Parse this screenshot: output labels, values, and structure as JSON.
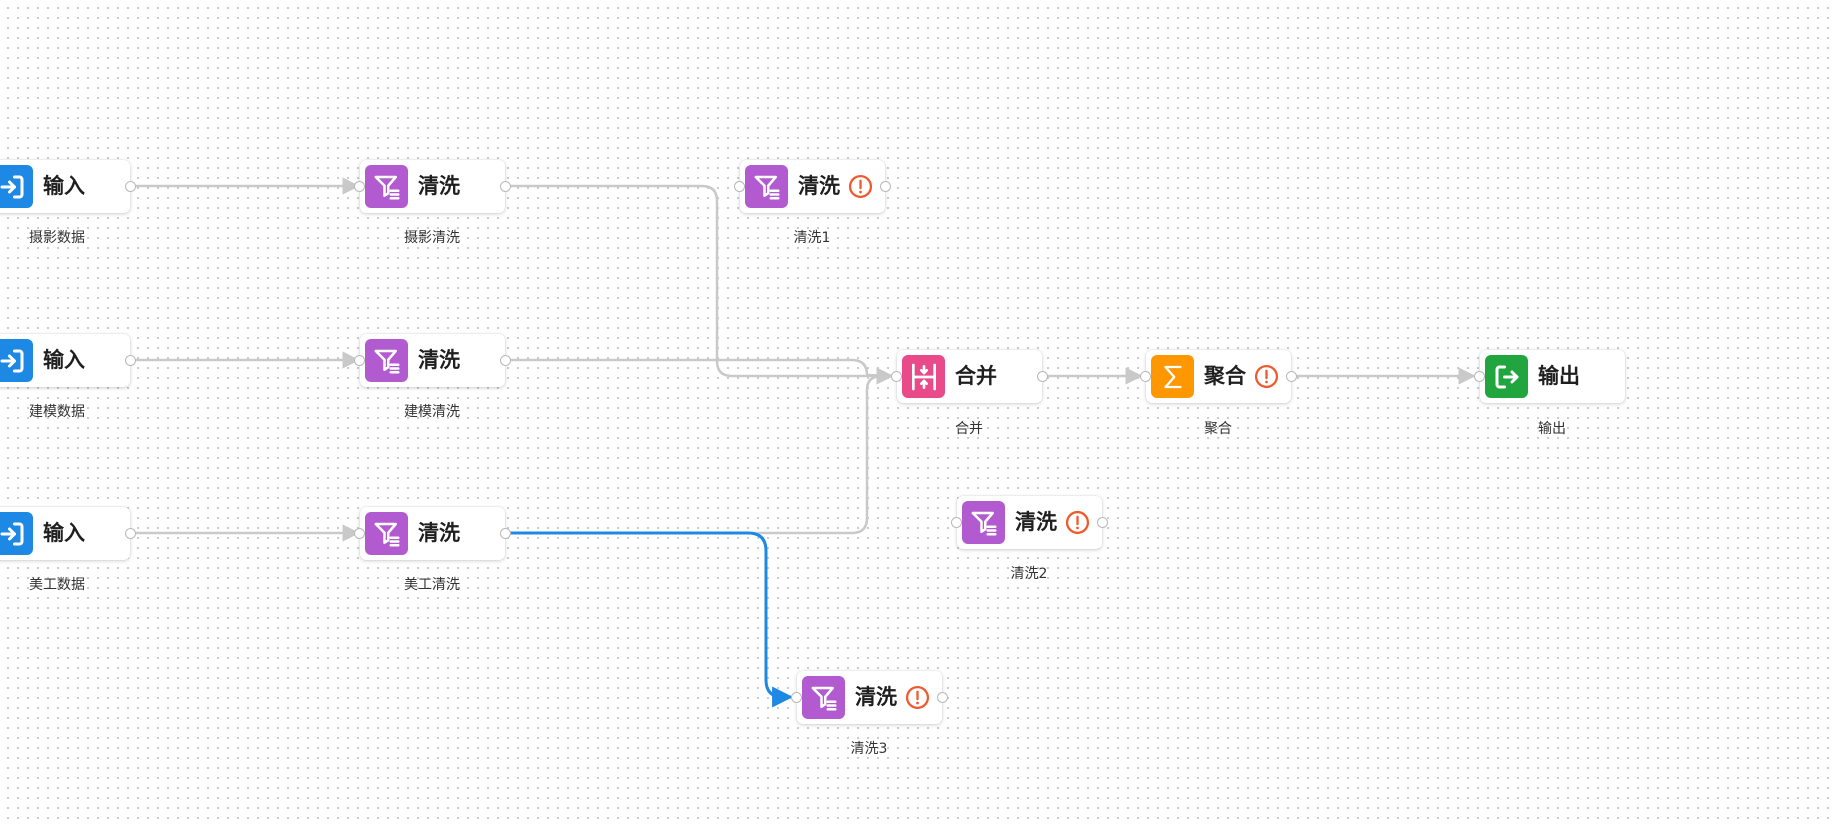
{
  "nodes": {
    "input_photo": {
      "title": "输入",
      "caption": "摄影数据"
    },
    "input_model": {
      "title": "输入",
      "caption": "建模数据"
    },
    "input_art": {
      "title": "输入",
      "caption": "美工数据"
    },
    "clean_photo": {
      "title": "清洗",
      "caption": "摄影清洗"
    },
    "clean_model": {
      "title": "清洗",
      "caption": "建模清洗"
    },
    "clean_art": {
      "title": "清洗",
      "caption": "美工清洗"
    },
    "clean_1": {
      "title": "清洗",
      "caption": "清洗1"
    },
    "merge": {
      "title": "合并",
      "caption": "合并"
    },
    "aggregate": {
      "title": "聚合",
      "caption": "聚合"
    },
    "output": {
      "title": "输出",
      "caption": "输出"
    },
    "clean_2": {
      "title": "清洗",
      "caption": "清洗2"
    },
    "clean_3": {
      "title": "清洗",
      "caption": "清洗3"
    }
  },
  "colors": {
    "input": "#1e88e5",
    "clean": "#b25bd0",
    "merge": "#e84a8a",
    "aggregate": "#ff9800",
    "output": "#21a63f",
    "warning": "#ee5a2e",
    "edge": "#c9c9c9",
    "edge_selected": "#1e88e5"
  },
  "icons": {
    "input": "login-arrow-icon",
    "clean": "filter-funnel-icon",
    "merge": "merge-icon",
    "aggregate": "sigma-icon",
    "output": "logout-arrow-icon",
    "warning": "warning-circle-icon"
  }
}
